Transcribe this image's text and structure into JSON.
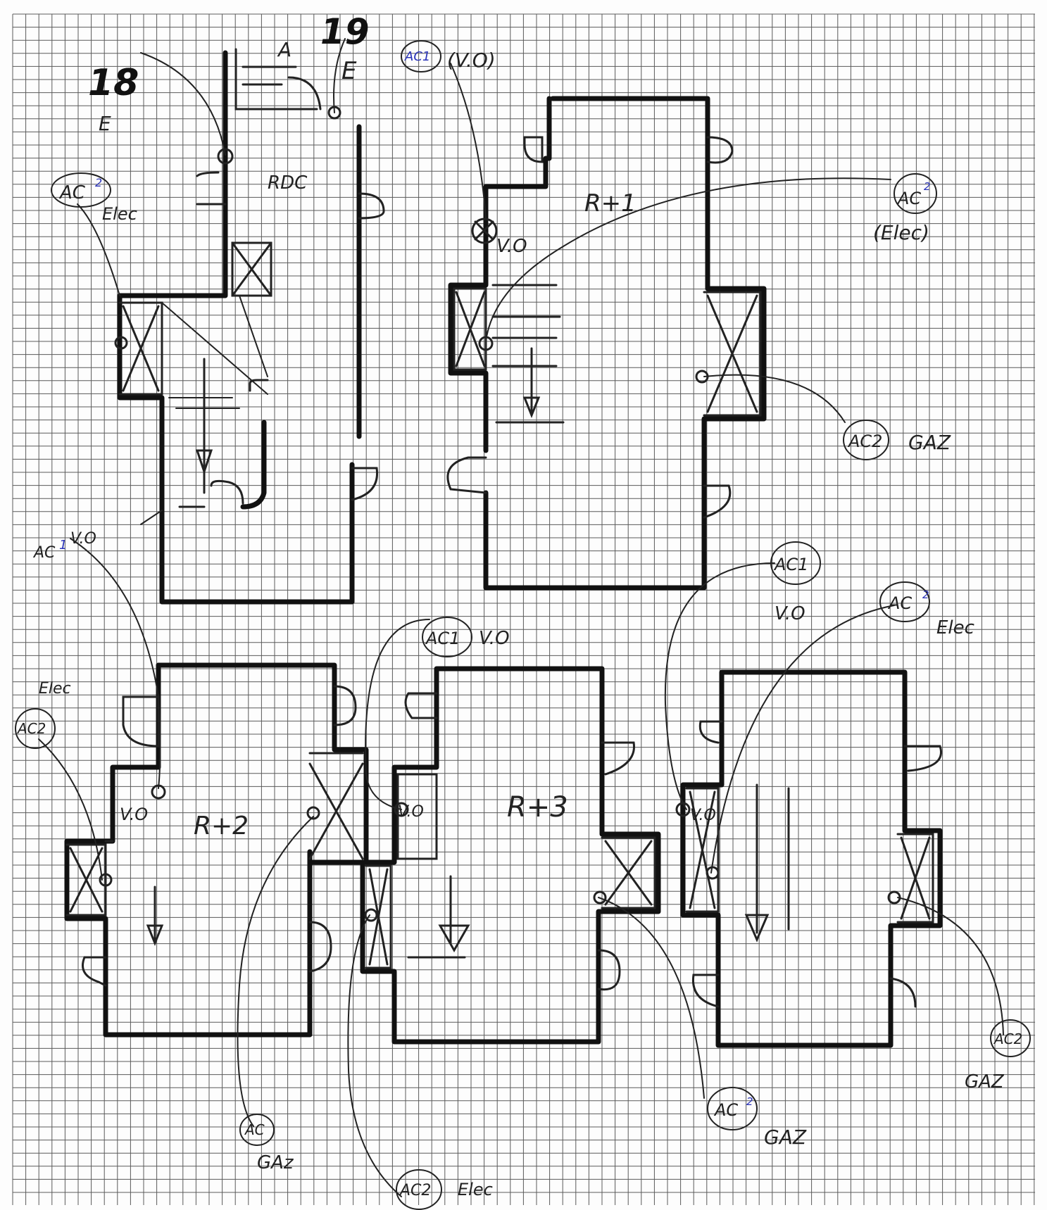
{
  "colors": {
    "paper": "#fdfdfd",
    "grid": "#5a5a5a",
    "ink": "#111111",
    "blue_ink": "#2a33b8"
  },
  "sheet": {
    "number_18": "18",
    "number_19": "19",
    "label_e_left": "E",
    "label_a": "A",
    "label_e_top": "E"
  },
  "floors": {
    "rdc": "RDC",
    "r1": "R+1",
    "r2": "R+2",
    "r3": "R+3"
  },
  "rdc": {
    "ac2_circle": "AC",
    "ac2_sup": "2",
    "elec": "Elec"
  },
  "r1": {
    "ac1_circle": "AC1",
    "vo_top": "(V.O)",
    "vo_mid": "V.O",
    "ac2_circle": "AC",
    "ac2_sup": "2",
    "elec": "(Elec)",
    "ac2_gaz_circle": "AC2",
    "gaz": "GAZ"
  },
  "r2": {
    "ac1_prefix": "AC",
    "ac1_num": "1",
    "vo_label": "V.O",
    "elec": "Elec",
    "ac2_circle": "AC2",
    "vo_inside": "V.O",
    "ac_gaz_circle": "AC",
    "gaz": "GAz"
  },
  "r3": {
    "ac1_circle": "AC1",
    "vo_top": "V.O",
    "vo_inside": "V.O",
    "ac2_circle": "AC2",
    "elec": "Elec"
  },
  "r4": {
    "ac1_circle": "AC1",
    "vo": "V.O",
    "ac2_circle": "AC",
    "ac2_sup": "2",
    "elec": "Elec",
    "vo_inside": "V.O",
    "ac2_gaz_left_circle": "AC",
    "ac2_gaz_left_sup": "2",
    "gaz_left": "GAZ",
    "ac2_gaz_right_circle": "AC2",
    "gaz_right": "GAZ"
  }
}
